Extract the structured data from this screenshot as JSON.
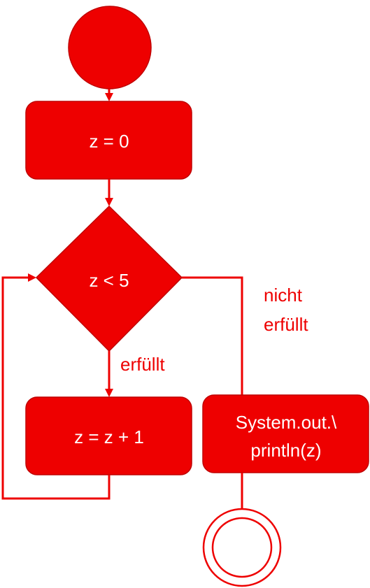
{
  "diagram": {
    "nodes": {
      "start": {
        "kind": "initial"
      },
      "init": {
        "label": "z = 0"
      },
      "condition": {
        "label": "z < 5"
      },
      "increment": {
        "label": "z = z + 1"
      },
      "print": {
        "line1": "System.out.\\",
        "line2": "println(z)"
      },
      "end": {
        "kind": "final"
      }
    },
    "edges": {
      "true_label": "erfüllt",
      "false_label_line1": "nicht",
      "false_label_line2": "erfüllt"
    },
    "colors": {
      "fill": "#ee0000",
      "text": "#ffffff",
      "line": "#ee0000"
    }
  }
}
